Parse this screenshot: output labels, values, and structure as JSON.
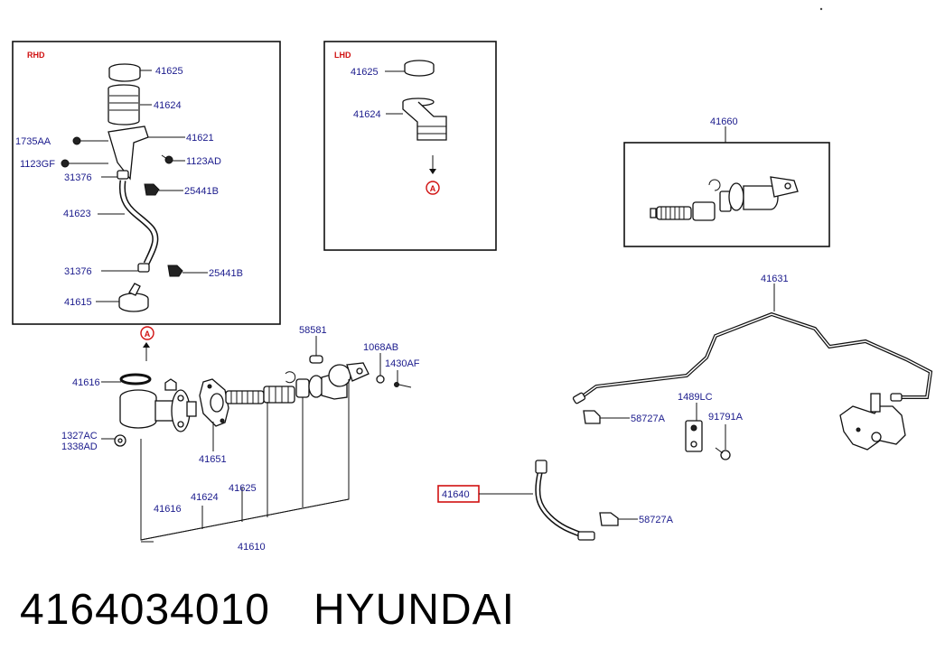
{
  "sections": {
    "rhd": "RHD",
    "lhd": "LHD"
  },
  "marker": "A",
  "labels": {
    "rhd_41625": "41625",
    "rhd_41624": "41624",
    "rhd_1735AA": "1735AA",
    "rhd_41621": "41621",
    "rhd_1123GF": "1123GF",
    "rhd_1123AD": "1123AD",
    "rhd_31376a": "31376",
    "rhd_25441Ba": "25441B",
    "rhd_41623": "41623",
    "rhd_31376b": "31376",
    "rhd_25441Bb": "25441B",
    "rhd_41615": "41615",
    "lhd_41625": "41625",
    "lhd_41624": "41624",
    "kit_41660": "41660",
    "pipe_41631": "41631",
    "m_58581": "58581",
    "m_1068AB": "1068AB",
    "m_1430AF": "1430AF",
    "m_41616": "41616",
    "m_1327AC": "1327AC",
    "m_1338AD": "1338AD",
    "m_41651": "41651",
    "m_41625": "41625",
    "m_41624": "41624",
    "m_41616b": "41616",
    "m_41610": "41610",
    "r_1489LC": "1489LC",
    "r_58727A": "58727A",
    "r_91791A": "91791A",
    "hose_41640": "41640",
    "h_58727A": "58727A"
  },
  "highlight_color": "#d01010",
  "caption": {
    "part_number": "4164034010",
    "brand": "HYUNDAI"
  }
}
